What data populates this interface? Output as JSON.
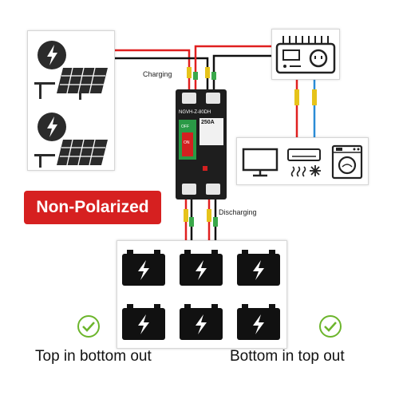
{
  "labels": {
    "charging": "Charging",
    "discharging": "Discharging",
    "non_polarized": "Non-Polarized",
    "caption_left": "Top in bottom out",
    "caption_right": "Bottom in top out"
  },
  "breaker": {
    "model_text": "NGVH-Z-80DH",
    "rating_text": "250A",
    "on_text": "ON",
    "off_text": "OFF"
  },
  "colors": {
    "wire_red": "#e02020",
    "wire_black": "#111111",
    "wire_blue": "#2a8bd6",
    "badge_red": "#d62020",
    "check_green": "#6cb52c",
    "connector_yellow": "#e6c31a",
    "connector_green": "#3aa84a"
  },
  "icons": [
    "solar-panel-icon",
    "lightning-icon",
    "inverter-icon",
    "tv-icon",
    "air-conditioner-icon",
    "washing-machine-icon",
    "battery-icon",
    "check-icon"
  ],
  "batteries_count": 6
}
